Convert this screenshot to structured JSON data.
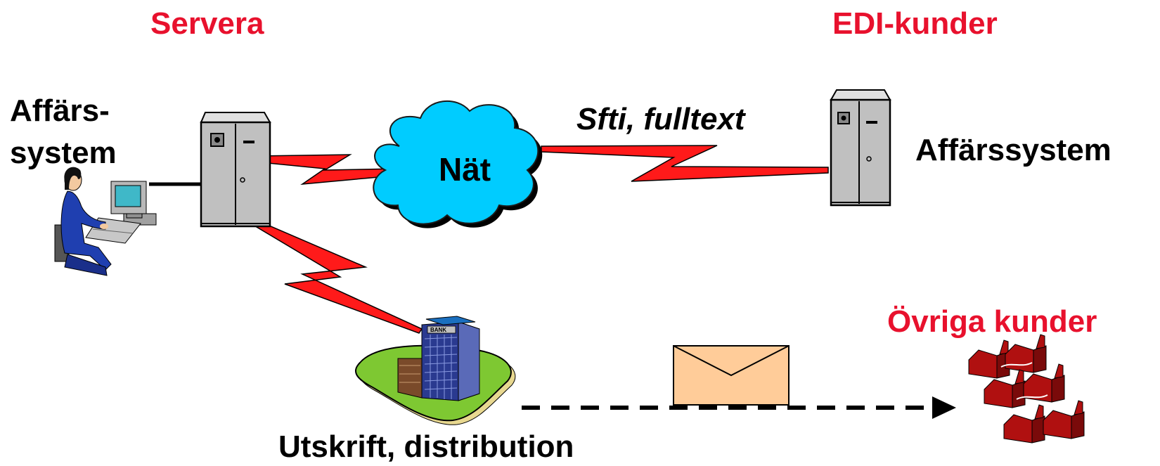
{
  "labels": {
    "servers_heading": "Servera",
    "edi_heading": "EDI-kunder",
    "business_system_left_line1": "Affärs-",
    "business_system_left_line2": "system",
    "network": "Nät",
    "link_label": "Sfti, fulltext",
    "business_system_right": "Affärssystem",
    "other_customers": "Övriga kunder",
    "print_distribution": "Utskrift, distribution",
    "bank_sign": "BANK"
  },
  "colors": {
    "heading_red": "#e8112d",
    "lightning_red": "#ff1a1a",
    "cloud_cyan": "#00ccff",
    "envelope_fill": "#ffcc99",
    "server_grey": "#c0c0c0",
    "person_blue": "#1f3fb0",
    "factory_red": "#b01010",
    "lawn_green": "#7ec832"
  },
  "icons": [
    "server-icon",
    "cloud-icon",
    "person-at-computer-icon",
    "bank-building-icon",
    "envelope-icon",
    "factory-group-icon",
    "lightning-link-icon",
    "dashed-arrow-icon"
  ]
}
